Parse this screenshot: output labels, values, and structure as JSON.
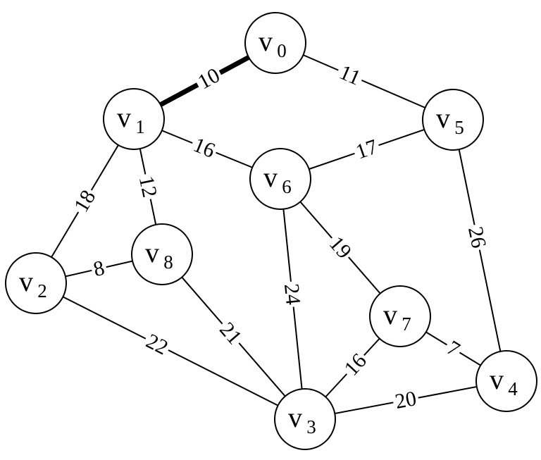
{
  "graph": {
    "nodes": [
      {
        "id": "v0",
        "base": "v",
        "sub": "0"
      },
      {
        "id": "v1",
        "base": "v",
        "sub": "1"
      },
      {
        "id": "v2",
        "base": "v",
        "sub": "2"
      },
      {
        "id": "v3",
        "base": "v",
        "sub": "3"
      },
      {
        "id": "v4",
        "base": "v",
        "sub": "4"
      },
      {
        "id": "v5",
        "base": "v",
        "sub": "5"
      },
      {
        "id": "v6",
        "base": "v",
        "sub": "6"
      },
      {
        "id": "v7",
        "base": "v",
        "sub": "7"
      },
      {
        "id": "v8",
        "base": "v",
        "sub": "8"
      }
    ],
    "edges": [
      {
        "from": "v0",
        "to": "v1",
        "weight": "10",
        "highlighted": true
      },
      {
        "from": "v0",
        "to": "v5",
        "weight": "11",
        "highlighted": false
      },
      {
        "from": "v1",
        "to": "v6",
        "weight": "16",
        "highlighted": false
      },
      {
        "from": "v5",
        "to": "v6",
        "weight": "17",
        "highlighted": false
      },
      {
        "from": "v1",
        "to": "v2",
        "weight": "18",
        "highlighted": false
      },
      {
        "from": "v1",
        "to": "v8",
        "weight": "12",
        "highlighted": false
      },
      {
        "from": "v2",
        "to": "v8",
        "weight": "8",
        "highlighted": false
      },
      {
        "from": "v2",
        "to": "v3",
        "weight": "22",
        "highlighted": false
      },
      {
        "from": "v8",
        "to": "v3",
        "weight": "21",
        "highlighted": false
      },
      {
        "from": "v6",
        "to": "v3",
        "weight": "24",
        "highlighted": false
      },
      {
        "from": "v6",
        "to": "v7",
        "weight": "19",
        "highlighted": false
      },
      {
        "from": "v5",
        "to": "v4",
        "weight": "26",
        "highlighted": false
      },
      {
        "from": "v7",
        "to": "v3",
        "weight": "16",
        "highlighted": false
      },
      {
        "from": "v7",
        "to": "v4",
        "weight": "7",
        "highlighted": false
      },
      {
        "from": "v3",
        "to": "v4",
        "weight": "20",
        "highlighted": false
      }
    ]
  }
}
